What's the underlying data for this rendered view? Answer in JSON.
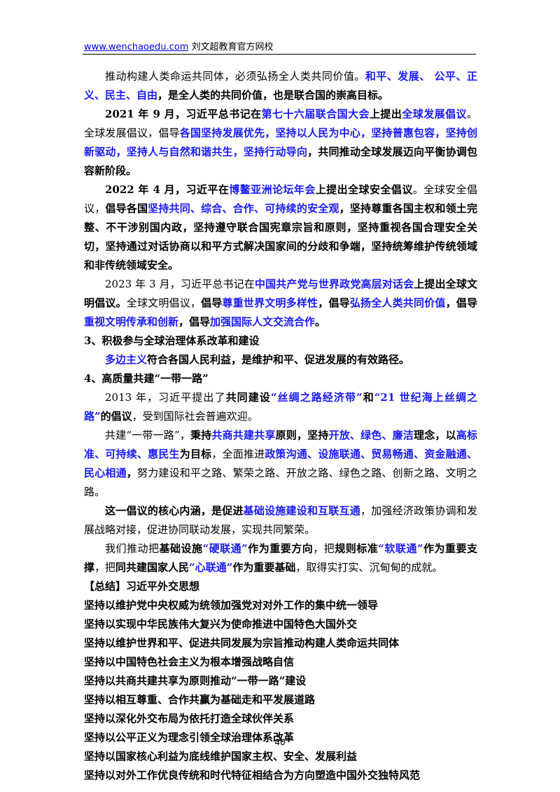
{
  "header": {
    "link": "www.wenchaoedu.com",
    "text": " 刘文超教育官方网校"
  },
  "paragraphs": {
    "p1": {
      "a": "推动构建人类命运共同体，必须弘扬全人类共同价值。",
      "b": "和平、发展、 公平、正义、民主、自由",
      "c": "，是全人类的共同价值，也是联合国的崇高目标。"
    },
    "p2": {
      "a": "2021 年 9 月，习近平总书记在",
      "b": "第七十六届联合国大会",
      "c": "上提出",
      "d": "全球发展倡议",
      "e": "。全球发展倡议，倡导",
      "f": "各国坚持发展优先，坚持以人民为中心，坚持普惠包容，坚持创新驱动，坚持人与自然和谐共生，坚持行动导向",
      "g": "，共同推动全球发展迈向平衡协调包容新阶段。"
    },
    "p3": {
      "a": "2022 年 4 月，习近平在",
      "b": "博鳌亚洲论坛年会",
      "c": "上提出全球安全倡议",
      "d": "。全球安全倡议，",
      "e": "倡导各国",
      "f": "坚持共同、综合、合作、可持续的安全观",
      "g": "，坚持尊重各国主权和领土完整、不干涉别国内政，坚持遵守联合国宪章宗旨和原则，坚持重视各国合理安全关切，坚持通过对话协商以和平方式解决国家间的分歧和争端，坚持统筹维护传统领域和非传统领域安全。"
    },
    "p4": {
      "a": "2023 年 3 月，习近平总书记在",
      "b": "中国共产党与世界政党高层对话会",
      "c": "上提出全球文明倡议。",
      "d": "全球文明倡议，",
      "e": "倡导",
      "f": "尊重世界文明多样性",
      "g": "，倡导",
      "h": "弘扬全人类共同价值",
      "i": "，倡导",
      "j": "重视文明传承和创新",
      "k": "，倡导",
      "l": "加强国际人文交流合作",
      "m": "。"
    },
    "h3": "3、积极参与全球治理体系改革和建设",
    "p5": {
      "a": "多边主义",
      "b": "符合各国人民利益，是维护和平、促进发展的有效路径。"
    },
    "h4": "4、高质量共建“一带一路”",
    "p6": {
      "a": "2013 年，习近平提出了",
      "b": "共同建设",
      "c": "“丝绸之路经济带”",
      "d": "和",
      "e": "“21 世纪海上丝绸之路”",
      "f": "的倡议",
      "g": "，受到国际社会普遍欢迎。"
    },
    "p7": {
      "a": "共建“一带一路”，",
      "b": "秉持",
      "c": "共商共建共享",
      "d": "原则，坚持",
      "e": "开放、绿色、廉洁",
      "f": "理念，以",
      "g": "高标准、可持续、惠民生",
      "h": "为目标",
      "i": "，全面推进",
      "j": "政策沟通、设施联通、贸易畅通、资金融通、民心相通",
      "k": "，",
      "l": "努力建设和平之路、繁荣之路、开放之路、绿色之路、创新之路、文明之路。"
    },
    "p8": {
      "a": "这一倡议的核心内涵，是促进",
      "b": "基础设施建设和互联互通",
      "c": "，加强经济政策协调和发展战略对接，促进协同联动发展，实现共同繁荣。"
    },
    "p9": {
      "a": "我们推动把",
      "b": "基础设施",
      "c": "“硬联通”",
      "d": "作为重要方向",
      "e": "，把",
      "f": "规则标准",
      "g": "“软联通”",
      "h": "作为重要支撑",
      "i": "，把",
      "j": "同共建国家人民",
      "k": "“心联通”",
      "l": "作为重要基础",
      "m": "，取得实打实、沉甸甸的成就。"
    }
  },
  "summary": {
    "title": "【总结】习近平外交思想",
    "items": [
      "坚持以维护党中央权威为统领加强党对对外工作的集中统一领导",
      "坚持以实现中华民族伟大复兴为使命推进中国特色大国外交",
      "坚持以维护世界和平、促进共同发展为宗旨推动构建人类命运共同体",
      "坚持以中国特色社会主义为根本增强战略自信",
      "坚持以共商共建共享为原则推动“一带一路”建设",
      "坚持以相互尊重、合作共赢为基础走和平发展道路",
      "坚持以深化外交布局为依托打造全球伙伴关系",
      "坚持以公平正义为理念引领全球治理体系改革",
      "坚持以国家核心利益为底线维护国家主权、安全、发展利益",
      "坚持以对外工作优良传统和时代特征相结合为方向塑造中国外交独特风范"
    ]
  },
  "page_number": "40",
  "colors": {
    "highlight": "#1a1aff",
    "link": "#0000ee",
    "text": "#000000"
  }
}
